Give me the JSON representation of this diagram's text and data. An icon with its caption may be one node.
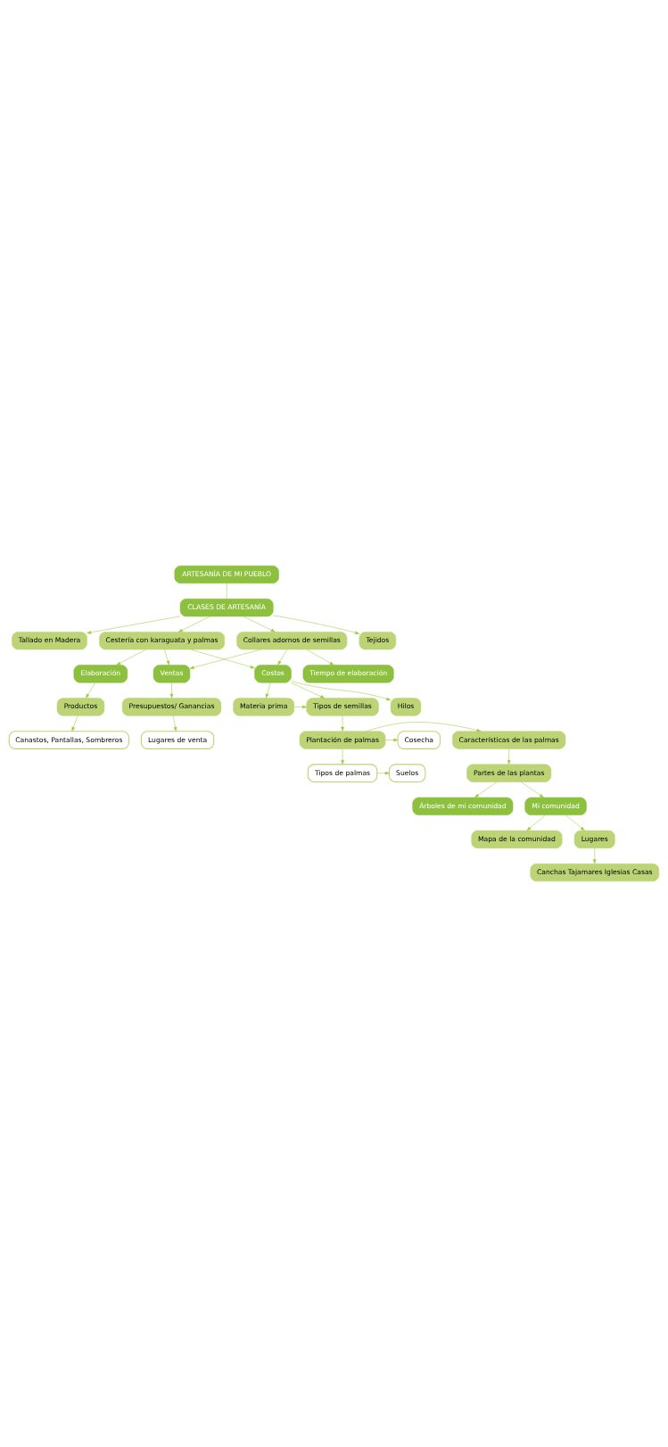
{
  "diagram": {
    "nodes": [
      {
        "text": [
          "ARTESANÍA DE MI PUEBLO"
        ]
      },
      {
        "text": [
          "CLASES DE ARTESANÍA"
        ]
      },
      {
        "text": [
          "Tallado en Madera"
        ]
      },
      {
        "text": [
          "Cestería con karaguata y palmas"
        ]
      },
      {
        "text": [
          "Tejidos"
        ]
      },
      {
        "text": [
          "Collares adornos de semillas"
        ]
      },
      {
        "text": [
          "Elaboración"
        ]
      },
      {
        "text": [
          "Ventas"
        ]
      },
      {
        "text": [
          "Tiempo de elaboración"
        ]
      },
      {
        "text": [
          "Productos"
        ]
      },
      {
        "text": [
          "Presupuestos/ Ganancias"
        ]
      },
      {
        "text": [
          "Canastos, Pantallas, Sombreros"
        ]
      },
      {
        "text": [
          "Lugares de venta"
        ]
      },
      {
        "text": [
          "Costos"
        ]
      },
      {
        "text": [
          "Materia prima"
        ]
      },
      {
        "text": [
          "Tipos de semillas"
        ]
      },
      {
        "text": [
          "Hilos"
        ]
      },
      {
        "text": [
          "Características de las palmas"
        ]
      },
      {
        "text": [
          "Plantación de palmas"
        ]
      },
      {
        "text": [
          "Cosecha"
        ]
      },
      {
        "text": [
          "Partes de las plantas"
        ]
      },
      {
        "text": [
          "Tipos de palmas"
        ]
      },
      {
        "text": [
          "Suelos"
        ]
      },
      {
        "text": [
          "Árboles de mi comunidad"
        ]
      },
      {
        "text": [
          "Mi comunidad"
        ]
      },
      {
        "text": [
          "Mapa de la comunidad"
        ]
      },
      {
        "text": [
          "Lugares"
        ]
      },
      {
        "text": [
          "Canchas Tajamares Iglesias Casas"
        ]
      }
    ],
    "edges": [
      {
        "from": 0,
        "to": 1,
        "arrow": "none"
      },
      {
        "from": 1,
        "to": 2,
        "arrow": "to"
      },
      {
        "from": 1,
        "to": 3,
        "arrow": "to"
      },
      {
        "from": 1,
        "to": 4,
        "arrow": "to"
      },
      {
        "from": 1,
        "to": 5,
        "arrow": "to"
      },
      {
        "from": 3,
        "to": 6,
        "arrow": "to"
      },
      {
        "from": 3,
        "to": 7,
        "arrow": "to"
      },
      {
        "from": 3,
        "to": 13,
        "arrow": "to"
      },
      {
        "from": 5,
        "to": 7,
        "arrow": "to"
      },
      {
        "from": 5,
        "to": 13,
        "arrow": "to"
      },
      {
        "from": 5,
        "to": 8,
        "arrow": "to"
      },
      {
        "from": 6,
        "to": 9,
        "arrow": "to"
      },
      {
        "from": 9,
        "to": 11,
        "arrow": "to"
      },
      {
        "from": 7,
        "to": 10,
        "arrow": "to"
      },
      {
        "from": 10,
        "to": 12,
        "arrow": "to"
      },
      {
        "from": 13,
        "to": 14,
        "arrow": "to"
      },
      {
        "from": 13,
        "to": 15,
        "arrow": "to"
      },
      {
        "from": 13,
        "to": 16,
        "arrow": "to"
      },
      {
        "from": 14,
        "to": 15,
        "arrow": "to"
      },
      {
        "from": 15,
        "to": 18,
        "arrow": "to"
      },
      {
        "from": 18,
        "to": 17,
        "arrow": "to"
      },
      {
        "from": 18,
        "to": 19,
        "arrow": "to"
      },
      {
        "from": 18,
        "to": 21,
        "arrow": "to"
      },
      {
        "from": 17,
        "to": 20,
        "arrow": "to"
      },
      {
        "from": 21,
        "to": 22,
        "arrow": "to"
      },
      {
        "from": 20,
        "to": 23,
        "arrow": "to"
      },
      {
        "from": 20,
        "to": 24,
        "arrow": "to"
      },
      {
        "from": 24,
        "to": 25,
        "arrow": "to"
      },
      {
        "from": 24,
        "to": 26,
        "arrow": "to"
      },
      {
        "from": 26,
        "to": 27,
        "arrow": "to"
      }
    ]
  }
}
